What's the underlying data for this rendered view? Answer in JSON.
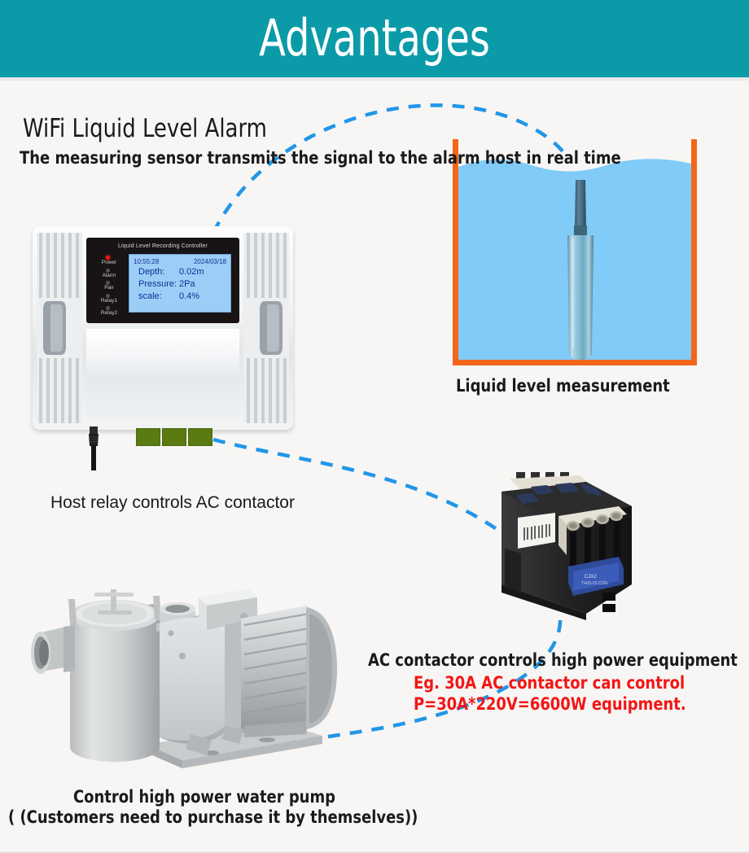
{
  "header": {
    "title": "Advantages",
    "band_color": "#0b9aa8"
  },
  "section": {
    "title": "WiFi Liquid Level Alarm",
    "subtitle": "The measuring sensor transmits the signal to the alarm host in real time"
  },
  "controller": {
    "brand_label": "Liquid Level Recording Controller",
    "leds": [
      {
        "label": "Power",
        "state": "on",
        "color": "#f3160c"
      },
      {
        "label": "Alarm",
        "state": "off",
        "color": "#585153"
      },
      {
        "label": "Pair",
        "state": "off",
        "color": "#585153"
      },
      {
        "label": "Relay1",
        "state": "off",
        "color": "#585153"
      },
      {
        "label": "Relay2",
        "state": "off",
        "color": "#585153"
      }
    ],
    "lcd": {
      "time": "10:55:28",
      "date": "2024/03/18",
      "rows": [
        {
          "key": "Depth:",
          "value": "0.02m"
        },
        {
          "key": "Pressure:",
          "value": "2Pa"
        },
        {
          "key": "scale:",
          "value": "0.4%"
        }
      ],
      "screen_color": "#9ccdf6",
      "text_color": "#102f95"
    },
    "terminal_color": "#5a7a12",
    "terminal_count": 3
  },
  "tank": {
    "caption": "Liquid level measurement",
    "border_color": "#f4651a",
    "water_color": "#80cbf7"
  },
  "captions": {
    "host_relay": "Host relay controls AC contactor",
    "contactor": "AC contactor controls high power equipment",
    "contactor_note_line1": "Eg. 30A AC contactor can control",
    "contactor_note_line2": "P=30A*220V=6600W equipment.",
    "note_color": "#f41515",
    "pump_line1": "Control high power water pump",
    "pump_line2": "( (Customers need to purchase it by themselves))"
  },
  "connectors": {
    "color": "#2196e8",
    "style": "dashed"
  }
}
